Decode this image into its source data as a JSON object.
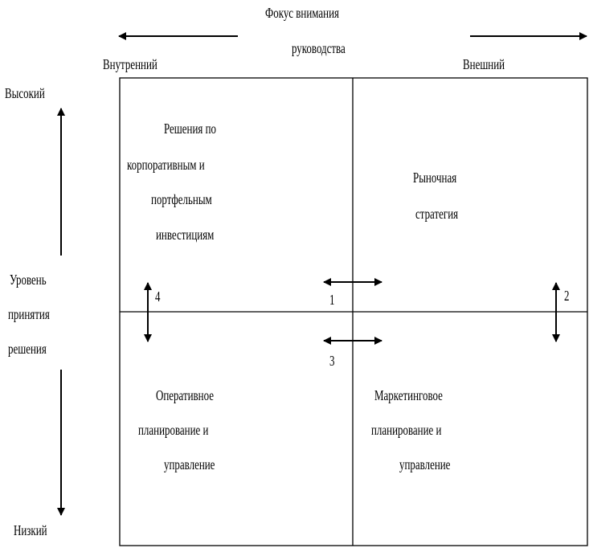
{
  "header": {
    "focus_line1": "Фокус внимания",
    "focus_line2": "руководства",
    "internal": "Внутренний",
    "external": "Внешний"
  },
  "side": {
    "high": "Высокий",
    "level_line1": "Уровень",
    "level_line2": "принятия",
    "level_line3": "решения",
    "low": "Низкий"
  },
  "quadrants": {
    "top_left": [
      "Решения по",
      "корпоративным и",
      "портфельным",
      "инвестициям"
    ],
    "top_right": [
      "Рыночная",
      "стратегия"
    ],
    "bottom_left": [
      "Оперативное",
      "планирование и",
      "управление"
    ],
    "bottom_right": [
      "Маркетинговое",
      "планирование и",
      "управление"
    ]
  },
  "markers": {
    "m1": "1",
    "m2": "2",
    "m3": "3",
    "m4": "4"
  }
}
